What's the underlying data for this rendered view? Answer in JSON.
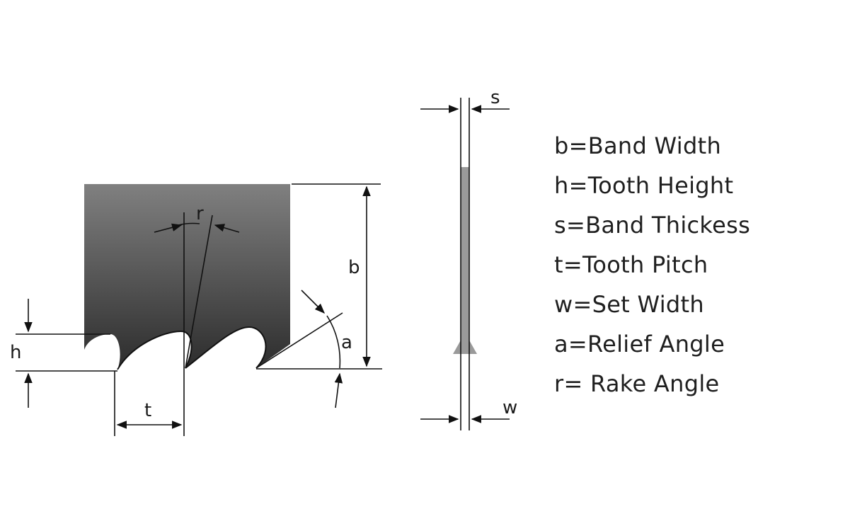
{
  "diagram": {
    "labels": {
      "r": "r",
      "b": "b",
      "a": "a",
      "h": "h",
      "t": "t",
      "s": "s",
      "w": "w"
    }
  },
  "legend": [
    "b=Band Width",
    "h=Tooth Height",
    "s=Band Thickess",
    "t=Tooth Pitch",
    "w=Set Width",
    "a=Relief Angle",
    "r= Rake Angle"
  ],
  "colors": {
    "blade_gradient_top": "#7d7d7d",
    "blade_gradient_bottom": "#2e2e2e",
    "band_gray": "#9a9a9a",
    "line": "#111111"
  }
}
